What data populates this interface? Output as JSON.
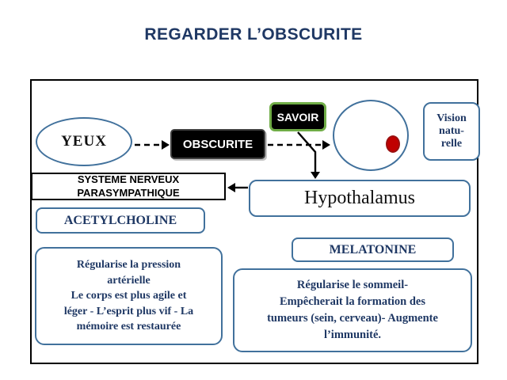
{
  "page": {
    "title": "REGARDER L’OBSCURITE"
  },
  "diagram": {
    "nodes": {
      "yeux": "YEUX",
      "obscurite": "OBSCURITE",
      "savoir": "SAVOIR",
      "vision_naturelle": "Vision\nnatu-\nrelle",
      "systeme_nerveux": "SYSTEME NERVEUX\nPARASYMPATHIQUE",
      "acetylcholine": "ACETYLCHOLINE",
      "hypothalamus": "Hypothalamus",
      "melatonine": "MELATONINE",
      "effets_acetylcholine": "Régularise la pression\nartérielle\nLe corps est plus agile et\nléger - L’esprit plus vif - La\nmémoire est restaurée",
      "effets_melatonine": "Régularise le sommeil-\nEmpêcherait la formation des\ntumeurs (sein, cerveau)- Augmente\nl’immunité."
    },
    "colors": {
      "title_navy": "#1f3864",
      "box_border_blue": "#41719c",
      "savoir_border_green": "#70ad47",
      "filled_node_black": "#000000",
      "eye_pupil_red": "#c00000"
    }
  }
}
